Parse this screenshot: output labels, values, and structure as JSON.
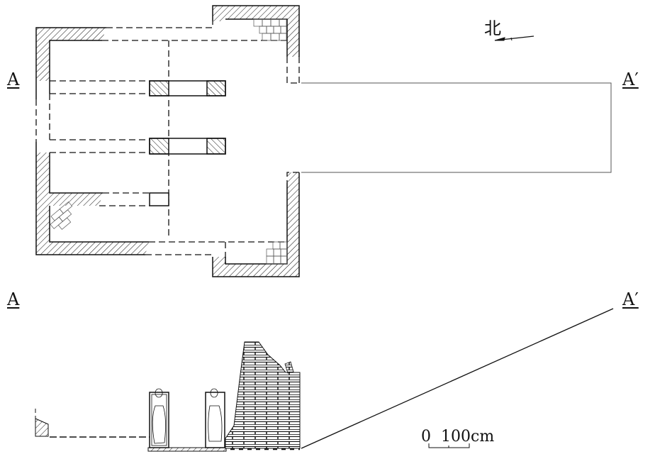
{
  "plan": {
    "label_left": "A",
    "label_right": "A′"
  },
  "section": {
    "label_left": "A",
    "label_right": "A′"
  },
  "north_arrow": {
    "label": "北"
  },
  "scale_bar": {
    "zero": "0",
    "value": "100cm"
  },
  "colors": {
    "ink": "#111111",
    "background": "#ffffff"
  }
}
